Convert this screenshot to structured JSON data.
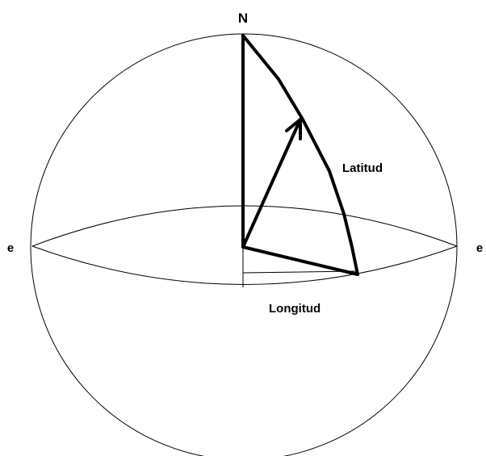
{
  "diagram": {
    "labels": {
      "north": "N",
      "east_left": "e",
      "east_right": "e",
      "latitude": "Latitud",
      "longitude": "Longitud"
    },
    "colors": {
      "stroke": "#000000",
      "text": "#000000",
      "background": "#ffffff"
    }
  }
}
